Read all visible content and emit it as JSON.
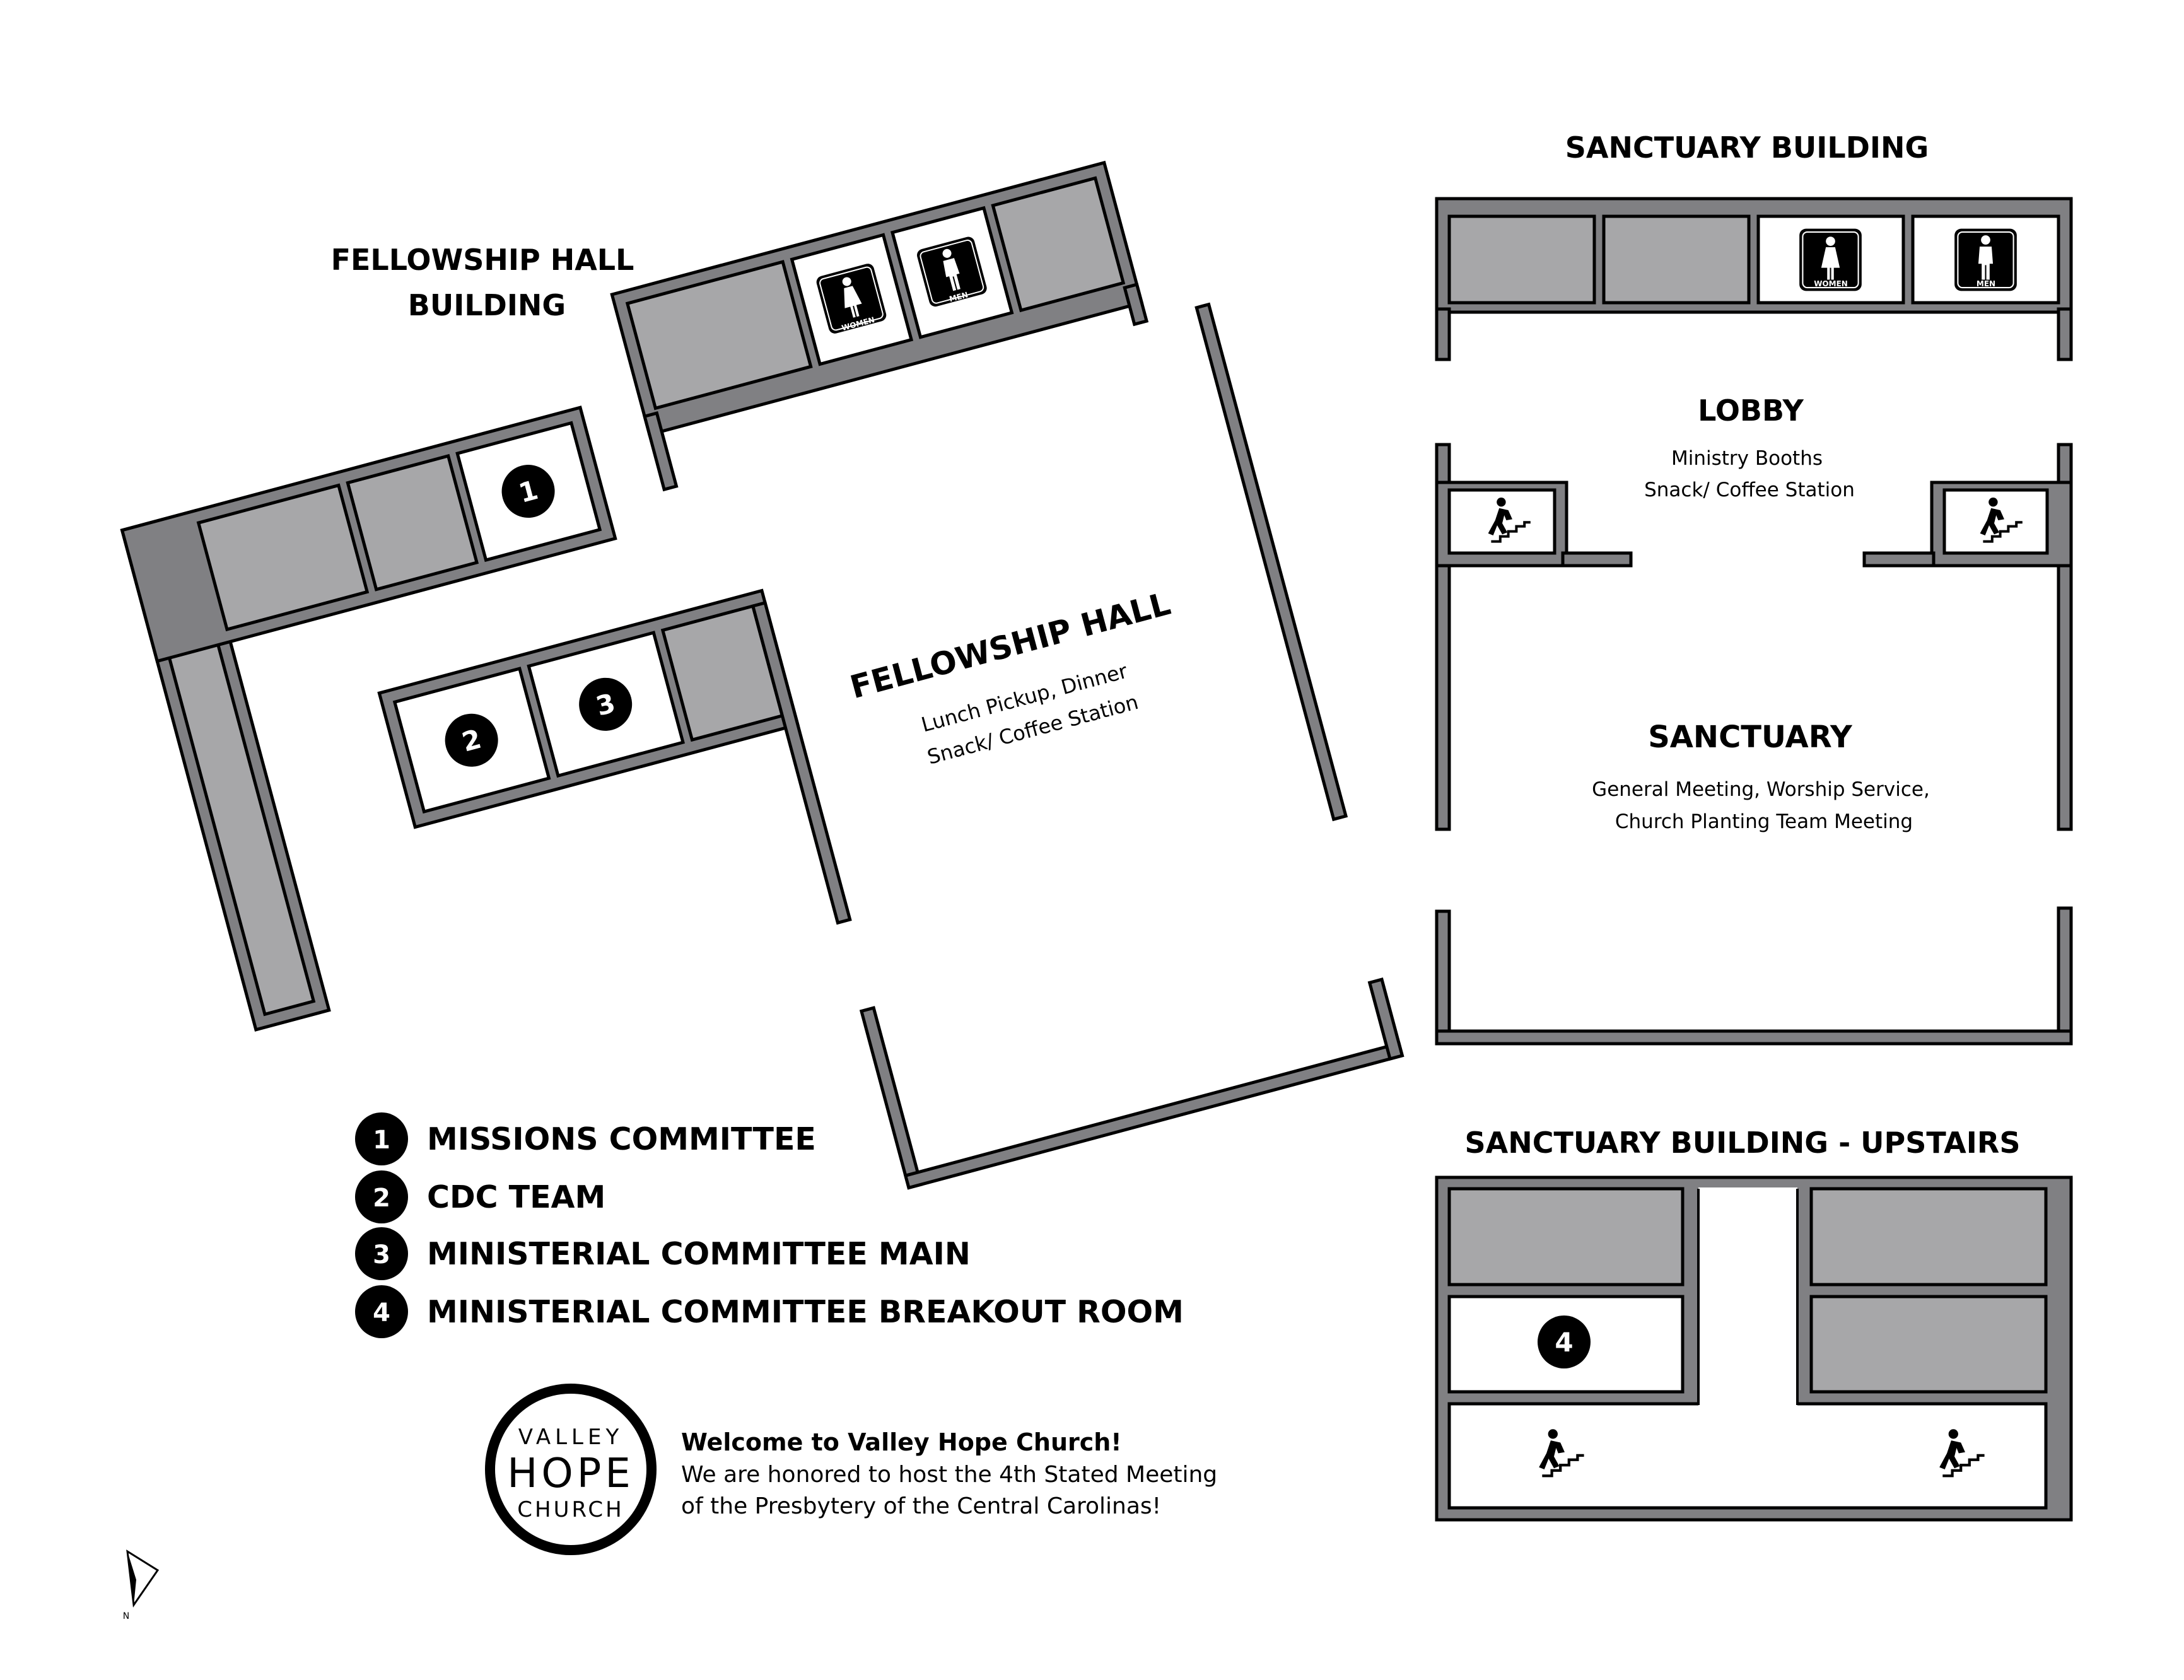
{
  "fellowship_building": {
    "title_line1": "FELLOWSHIP HALL",
    "title_line2": "BUILDING",
    "hall_title": "FELLOWSHIP HALL",
    "hall_line1": "Lunch Pickup, Dinner",
    "hall_line2": "Snack/ Coffee Station",
    "restroom_women": "WOMEN",
    "restroom_men": "MEN",
    "room_badges": [
      "1",
      "2",
      "3"
    ]
  },
  "sanctuary_building": {
    "title": "SANCTUARY BUILDING",
    "restroom_women": "WOMEN",
    "restroom_men": "MEN",
    "lobby_title": "LOBBY",
    "lobby_line1": "Ministry Booths",
    "lobby_line2": "Snack/ Coffee Station",
    "sanctuary_title": "SANCTUARY",
    "sanctuary_line1": "General Meeting, Worship Service,",
    "sanctuary_line2": "Church Planting Team Meeting"
  },
  "upstairs": {
    "title": "SANCTUARY BUILDING - UPSTAIRS",
    "room_badge": "4"
  },
  "legend": [
    {
      "number": "1",
      "label": "MISSIONS COMMITTEE"
    },
    {
      "number": "2",
      "label": "CDC TEAM"
    },
    {
      "number": "3",
      "label": "MINISTERIAL COMMITTEE MAIN"
    },
    {
      "number": "4",
      "label": "MINISTERIAL COMMITTEE BREAKOUT ROOM"
    }
  ],
  "logo": {
    "line1": "VALLEY",
    "line2": "HOPE",
    "line3": "CHURCH"
  },
  "welcome": {
    "heading": "Welcome to Valley Hope Church!",
    "line1": "We are honored to host the 4th Stated Meeting",
    "line2": "of the Presbytery of the Central Carolinas!"
  },
  "compass": {
    "label": "N"
  },
  "colors": {
    "wall": "#808083",
    "room_gray": "#a7a7a9",
    "ink": "#000000",
    "paper": "#ffffff"
  }
}
